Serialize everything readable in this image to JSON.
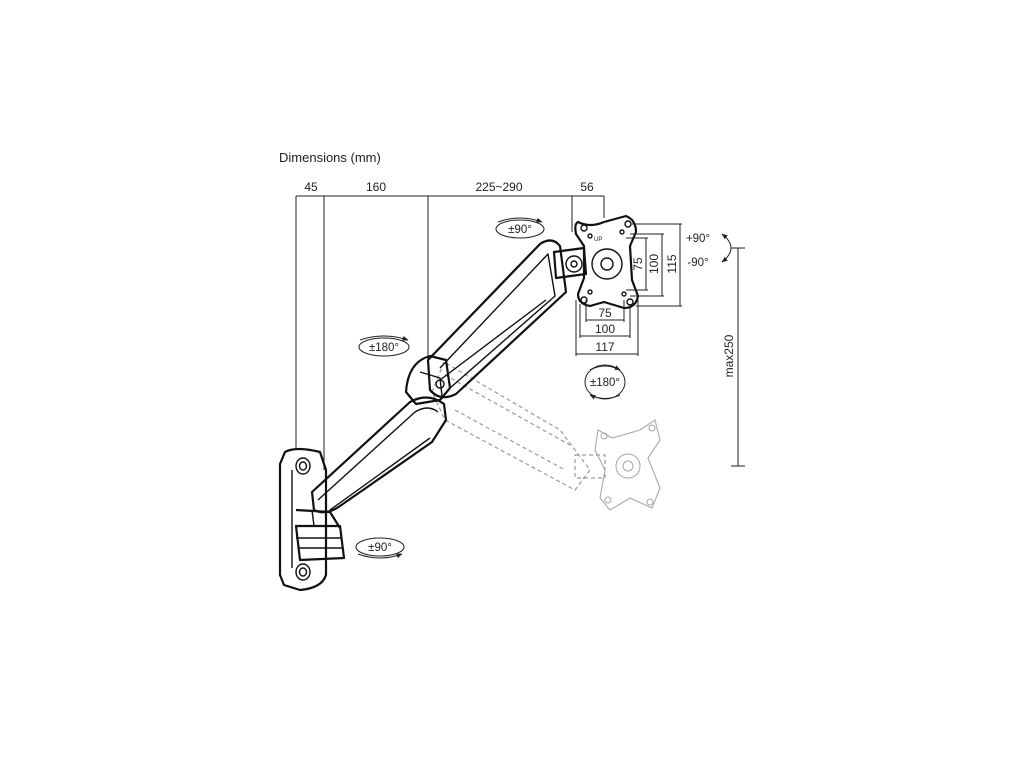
{
  "title": "Dimensions (mm)",
  "top_dimensions": {
    "d1": "45",
    "d2": "160",
    "d3": "225~290",
    "d4": "56"
  },
  "rotations": {
    "head_tilt": "±90°",
    "arm_swivel": "±180°",
    "plate_rotate": "±180°",
    "wall_swivel": "±90°"
  },
  "tilt": {
    "up": "+90°",
    "down": "-90°"
  },
  "vesa": {
    "h75": "75",
    "h100": "100",
    "h117": "117",
    "v75": "75",
    "v100": "100",
    "v115": "115",
    "up_label": "UP"
  },
  "height_range": "max250"
}
